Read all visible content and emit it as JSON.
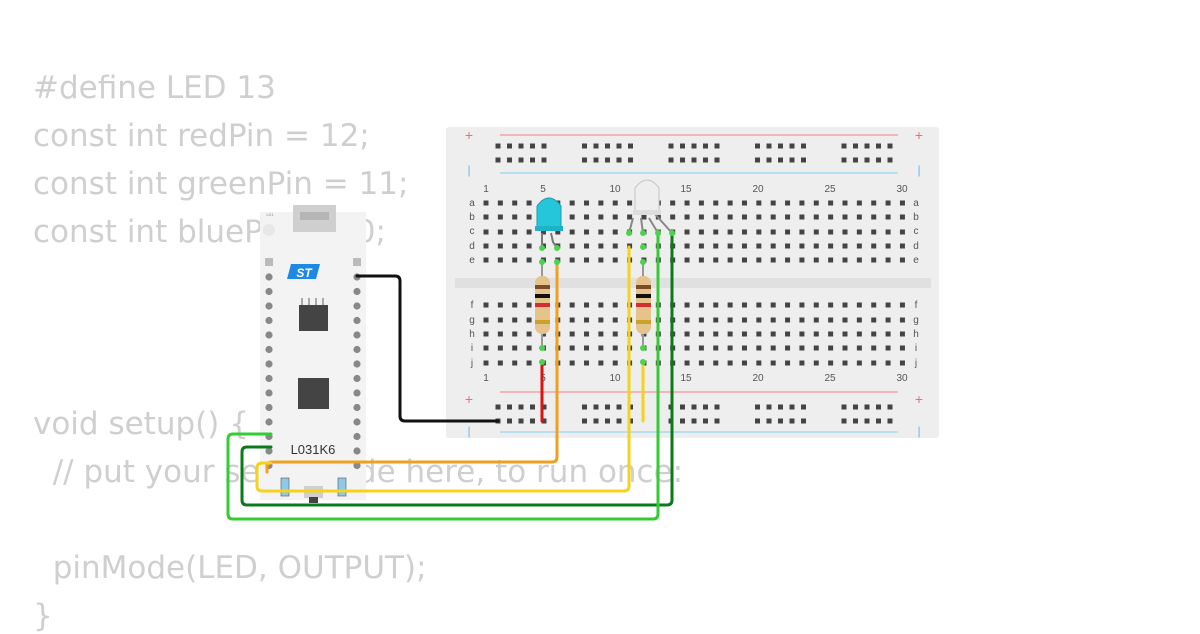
{
  "code": {
    "lines": [
      "#define LED 13",
      "const int redPin = 12;",
      "const int greenPin = 11;",
      "const int bluePin = 10;",
      "",
      "",
      "",
      "void setup() {",
      "  // put your setup code here, to run once:",
      "",
      "  pinMode(LED, OUTPUT);",
      "}"
    ]
  },
  "board": {
    "model": "L031K6",
    "brand_logo": "ST",
    "left_pins": 14,
    "right_pins": 14
  },
  "breadboard": {
    "top_numbers": [
      "1",
      "5",
      "10",
      "15",
      "20",
      "25",
      "30"
    ],
    "bottom_numbers": [
      "1",
      "5",
      "10",
      "15",
      "20",
      "25",
      "30"
    ],
    "row_letters_top": [
      "a",
      "b",
      "c",
      "d",
      "e"
    ],
    "row_letters_bottom": [
      "f",
      "g",
      "h",
      "i",
      "j"
    ],
    "rail_plus": "+",
    "rail_minus": "|"
  },
  "components": {
    "led_blue_color": "#26c6da",
    "led_white_color": "#eeeeee",
    "resistor_bands": [
      "#7b4b2a",
      "#111111",
      "#d32f2f",
      "#c9a227"
    ]
  },
  "wires": {
    "black": "#111111",
    "orange": "#f0a020",
    "yellow": "#f7d21c",
    "green_light": "#33cc33",
    "green_dark": "#0a7a1a",
    "red": "#dd1111"
  }
}
